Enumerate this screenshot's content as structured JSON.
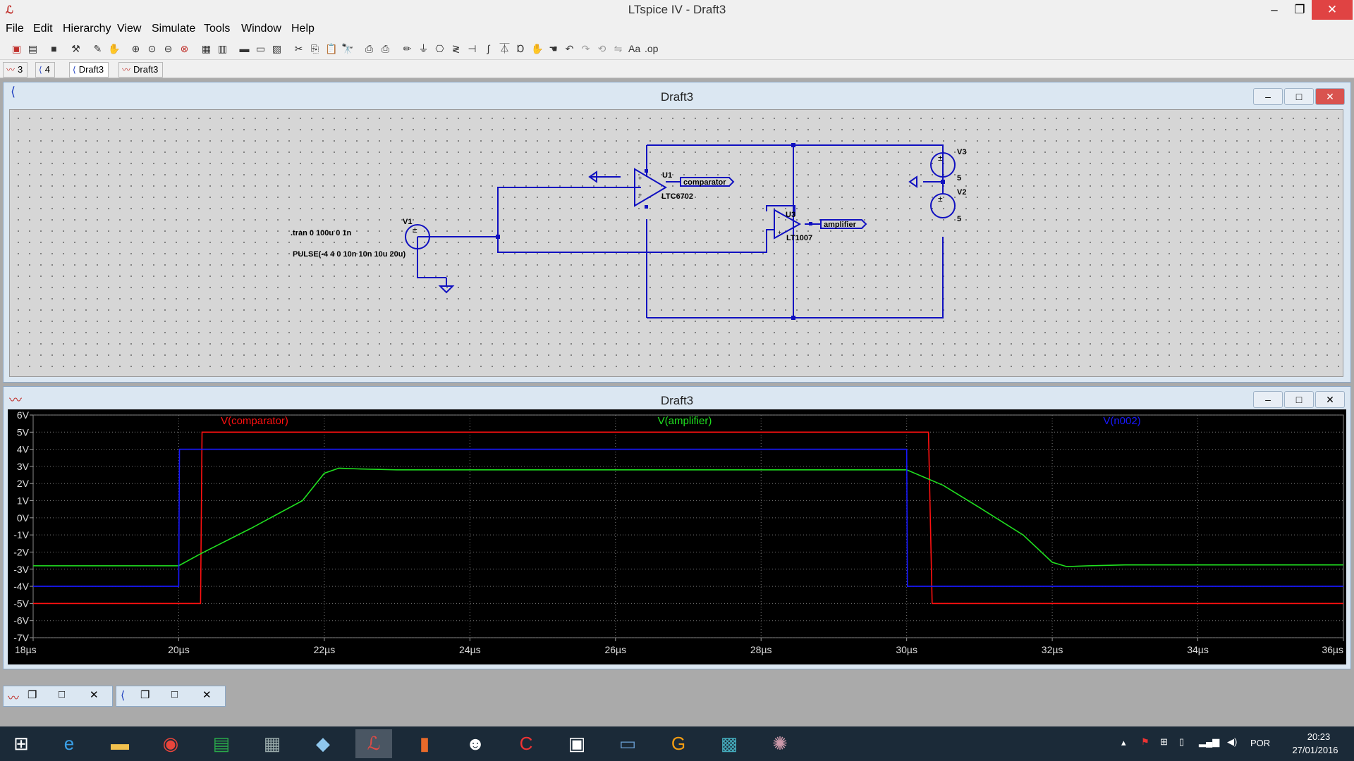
{
  "window": {
    "title": "LTspice IV - Draft3"
  },
  "menu": [
    "File",
    "Edit",
    "Hierarchy",
    "View",
    "Simulate",
    "Tools",
    "Window",
    "Help"
  ],
  "tabs": [
    {
      "icon": "waveform-icon",
      "label": "3"
    },
    {
      "icon": "schematic-icon",
      "label": "4"
    },
    {
      "icon": "schematic-icon",
      "label": "Draft3"
    },
    {
      "icon": "waveform-icon",
      "label": "Draft3"
    }
  ],
  "schematic": {
    "title": "Draft3",
    "directive": ".tran 0 100u 0 1n",
    "v1_value": "PULSE(-4 4 0 10n 10n 10u 20u)",
    "labels": {
      "v1": "V1",
      "u1": "U1",
      "u1_model": "LTC6702",
      "u3": "U3",
      "u3_model": "LT1007",
      "v3": "V3",
      "v3_value": "5",
      "v2": "V2",
      "v2_value": "5",
      "net_comparator": "comparator",
      "net_amplifier": "amplifier"
    }
  },
  "waveform": {
    "title": "Draft3"
  },
  "chart_data": {
    "type": "line",
    "title": "",
    "xlabel": "",
    "ylabel": "",
    "x_unit": "µs",
    "xlim": [
      18,
      36
    ],
    "ylim": [
      -7,
      6
    ],
    "x_ticks": [
      "18µs",
      "20µs",
      "22µs",
      "24µs",
      "26µs",
      "28µs",
      "30µs",
      "32µs",
      "34µs",
      "36µs"
    ],
    "y_ticks": [
      "6V",
      "5V",
      "4V",
      "3V",
      "2V",
      "1V",
      "0V",
      "-1V",
      "-2V",
      "-3V",
      "-4V",
      "-5V",
      "-6V",
      "-7V"
    ],
    "grid": true,
    "background": "#000000",
    "series": [
      {
        "name": "V(comparator)",
        "color": "#ff1010",
        "x": [
          18,
          20.3,
          20.32,
          30.3,
          30.35,
          36
        ],
        "y": [
          -5,
          -5,
          5,
          5,
          -5,
          -5
        ]
      },
      {
        "name": "V(amplifier)",
        "color": "#20e020",
        "x": [
          18,
          20,
          20.3,
          21,
          21.7,
          22,
          22.2,
          22.5,
          23,
          26,
          29.8,
          30,
          30.5,
          31,
          31.6,
          32,
          32.2,
          32.5,
          33,
          36
        ],
        "y": [
          -2.8,
          -2.8,
          -2.1,
          -0.6,
          1,
          2.6,
          2.9,
          2.85,
          2.8,
          2.8,
          2.8,
          2.8,
          1.9,
          0.6,
          -1,
          -2.6,
          -2.85,
          -2.8,
          -2.75,
          -2.75
        ]
      },
      {
        "name": "V(n002)",
        "color": "#1818ff",
        "x": [
          18,
          20,
          20.01,
          30,
          30.01,
          36
        ],
        "y": [
          -4,
          -4,
          4,
          4,
          -4,
          -4
        ]
      }
    ]
  },
  "taskbar": {
    "time": "20:23",
    "date": "27/01/2016",
    "lang": "POR"
  }
}
